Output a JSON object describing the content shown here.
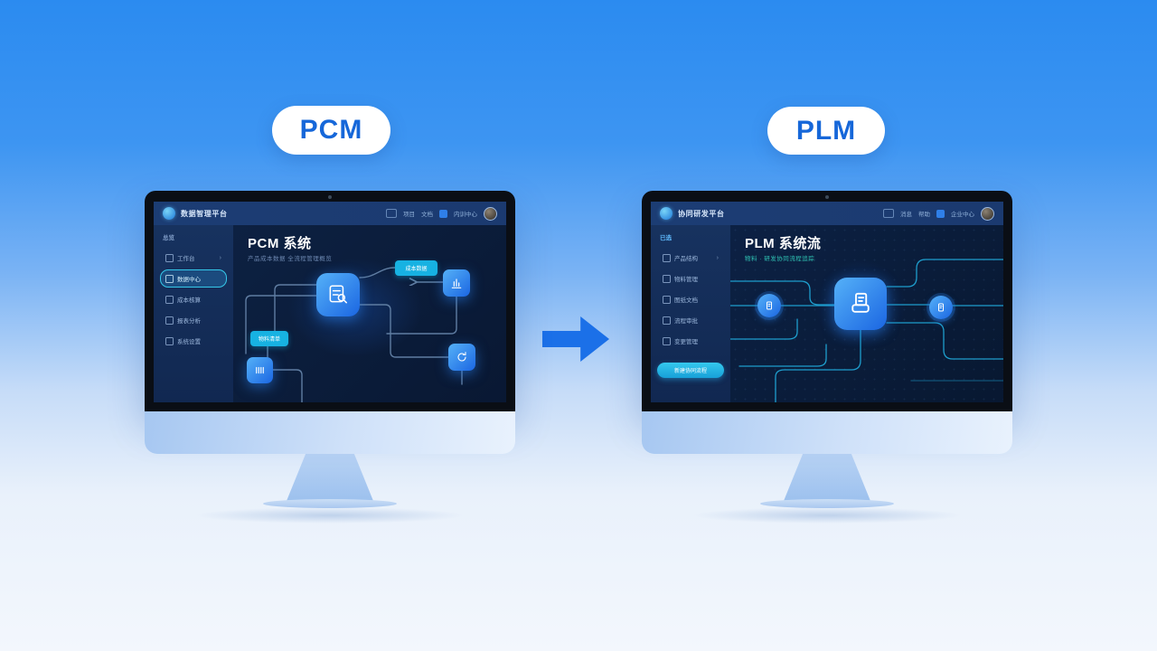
{
  "badges": {
    "pcm": "PCM",
    "plm": "PLM"
  },
  "arrow": {
    "direction": "right",
    "color": "#1b70e8"
  },
  "colors": {
    "background_top": "#2b8bf0",
    "background_bottom": "#f3f7fd",
    "badge_text": "#1667d9",
    "screen_bg": "#0b1c38",
    "teal_pill": "#17b2e2",
    "cyan_line": "#22b4e6",
    "node_blue": "#1b66e2"
  },
  "left_monitor": {
    "brand": "数据智理平台",
    "topbar": {
      "link1": "项目",
      "link2": "文档",
      "user": "内训中心"
    },
    "sidebar": {
      "header": "总览",
      "items": [
        {
          "label": "工作台"
        },
        {
          "label": "数据中心"
        },
        {
          "label": "成本核算"
        },
        {
          "label": "报表分析"
        },
        {
          "label": "系统设置"
        }
      ]
    },
    "main": {
      "title": "PCM 系统",
      "subtitle": "产品成本数据 全流程管理概览",
      "pill_top": "成本数据",
      "pill_left": "物料清单"
    }
  },
  "right_monitor": {
    "brand": "协同研发平台",
    "topbar": {
      "link1": "消息",
      "link2": "帮助",
      "user": "企业中心"
    },
    "sidebar": {
      "header": "已选",
      "items": [
        {
          "label": "产品结构"
        },
        {
          "label": "物料管理"
        },
        {
          "label": "图纸文档"
        },
        {
          "label": "流程审批"
        },
        {
          "label": "变更管理"
        }
      ],
      "action_button": "新建协同流程"
    },
    "main": {
      "title": "PLM 系统流",
      "subtitle": "物料 · 研发协同流程追踪"
    }
  }
}
